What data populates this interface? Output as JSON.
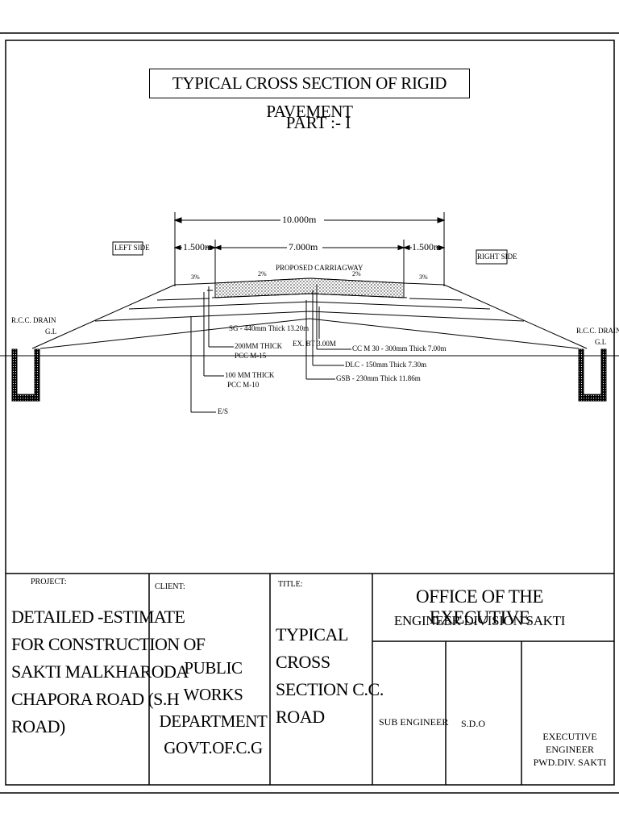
{
  "drawing": {
    "title": "TYPICAL CROSS SECTION OF RIGID PAVEMENT",
    "part": "PART :- I",
    "dimensions": {
      "total": "10.000m",
      "left_shoulder": "1.500m",
      "carriageway": "7.000m",
      "right_shoulder": "1.500m"
    },
    "labels": {
      "left_side": "LEFT SIDE",
      "right_side": "RIGHT SIDE",
      "proposed": "PROPOSED CARRIAGWAY",
      "slope_left_shoulder": "3%",
      "slope_left_cw": "2%",
      "slope_right_cw": "2%",
      "slope_right_shoulder": "3%",
      "rcc_drain_left": "R.C.C. DRAIN",
      "gl_left": "G.L",
      "rcc_drain_right": "R.C.C. DRAIN",
      "gl_right": "G.L",
      "sg": "SG - 440mm Thick 13.20m",
      "pcc200_line1": "200MM THICK",
      "pcc200_line2": "PCC M-15",
      "pcc100_line1": "100 MM THICK",
      "pcc100_line2": "PCC M-10",
      "es": "E/S",
      "ex_bt": "EX. BT 3.00M",
      "ccm30": "CC M 30 - 300mm Thick 7.00m",
      "dlc": "DLC - 150mm Thick 7.30m",
      "gsb": "GSB - 230mm Thick 11.86m"
    }
  },
  "title_block": {
    "project_label": "PROJECT:",
    "project_text": "DETAILED -ESTIMATE\nFOR CONSTRUCTION OF\nSAKTI MALKHARODA\nCHAPORA ROAD (S.H\nROAD)",
    "client_label": "CLIENT:",
    "client_text": "PUBLIC WORKS DEPARTMENT GOVT.OF.C.G",
    "title_label": "TITLE:",
    "title_text": "TYPICAL\nCROSS\nSECTION C.C.\nROAD",
    "office_line1": "OFFICE OF THE EXECUTIVE",
    "office_line2": "ENGINEER DIVISION SAKTI",
    "sub_engineer": "SUB ENGINEER",
    "sdo": "S.D.O",
    "executive_engineer_line1": "EXECUTIVE ENGINEER",
    "executive_engineer_line2": "PWD.DIV. SAKTI"
  }
}
